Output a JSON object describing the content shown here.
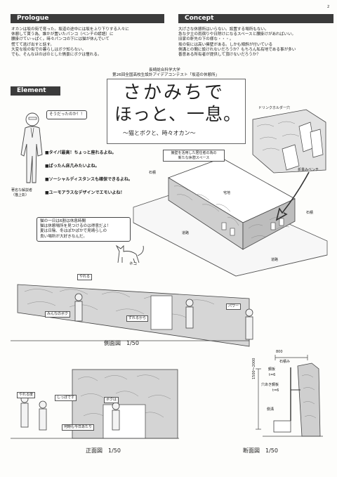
{
  "page_number": "2",
  "prologue": {
    "header": "Prologue",
    "lines": [
      "オカンは坂の街で育った。坂道の途中には坂を上り下りする人々に",
      "休憩して貰う為、誰かが置いたパンコ（ベンチの諺語）に",
      "腰掛けていっぱく。時々パンコの下には猫が休んでいて",
      "慌てて逃げ出すと話す。",
      "大変な坂の街での暮らしはボク知らない。",
      "でも、そんなほのぼのとした情景にボクは憧れる。"
    ]
  },
  "concept": {
    "header": "Concept",
    "lines": [
      "大げさな休憩所はいらない。設置する場所もない。",
      "急な夕立の雨宿りや日除けになるスペースと腰掛けがあればいい。",
      "旧家の軒先の下の様な・・・。",
      "坂の街には高い擁壁がある。しかも傾斜が付いている",
      "側溝との間に設けれないだろうか？もちろん私有地である事が多い",
      "善意ある所有者が提供して頂けないだろうか？"
    ]
  },
  "university": "長崎総合科学大学",
  "contest": "第26回全国高校生設計アイデアコンテスト「坂道の休憩所」",
  "element_header": "Element",
  "title": {
    "line1": "さかみちで",
    "line2": "ほっと、一息。",
    "subtitle": "〜猫とボクと、時々オカン〜"
  },
  "speech_bubble": "そうだったのか！！",
  "commentator_label": "著名な解説者\n（猫上彰）",
  "bullets": [
    "■タイパ最高！ちょっと座れるよね。",
    "■ぱったん床几みたいよね。",
    "■ソーシャルディスタンスも確保できるよね。",
    "■ユーモアラスなデザインでエモいよね！"
  ],
  "cat_bubble_lines": [
    "猫の一日は6割は休息時間",
    "猫は休憩場所を見つけるのは得意だよ！",
    "夏は日陰、冬はぽかぽかで見晴らしの",
    "良い場所が大好きなんだ。"
  ],
  "cat_label": "ネコ",
  "axon": {
    "callout": "擁壁を活用した居住者の為の\n新たな休憩スペース",
    "drink_holder": "ドリンクホルダー穴",
    "folding_bench": "折畳みベンチ",
    "ishizumi_left": "石積",
    "ishizumi_right": "石積",
    "takuchi": "宅地",
    "doro1": "道路",
    "doro2": "道路"
  },
  "side_view": {
    "caption": "側面図　1/50",
    "tags": [
      "やれる",
      "パワー",
      "ずれるから",
      "みんなのボク"
    ]
  },
  "front_view": {
    "caption": "正面図　1/50",
    "tags": [
      "やれる度",
      "しっぽです",
      "ボクは",
      "何時も今日あたり"
    ]
  },
  "section": {
    "caption": "断面図　1/50",
    "dim_width": "800",
    "dim_height": "1500〜2000",
    "labels": [
      "石積み",
      "鋼板",
      "t=6",
      "穴あき鋼板",
      "t=6",
      "側溝"
    ]
  },
  "colors": {
    "header_bg": "#3b3b3b",
    "header_fg": "#ffffff",
    "page_bg": "#fdfdfb"
  }
}
